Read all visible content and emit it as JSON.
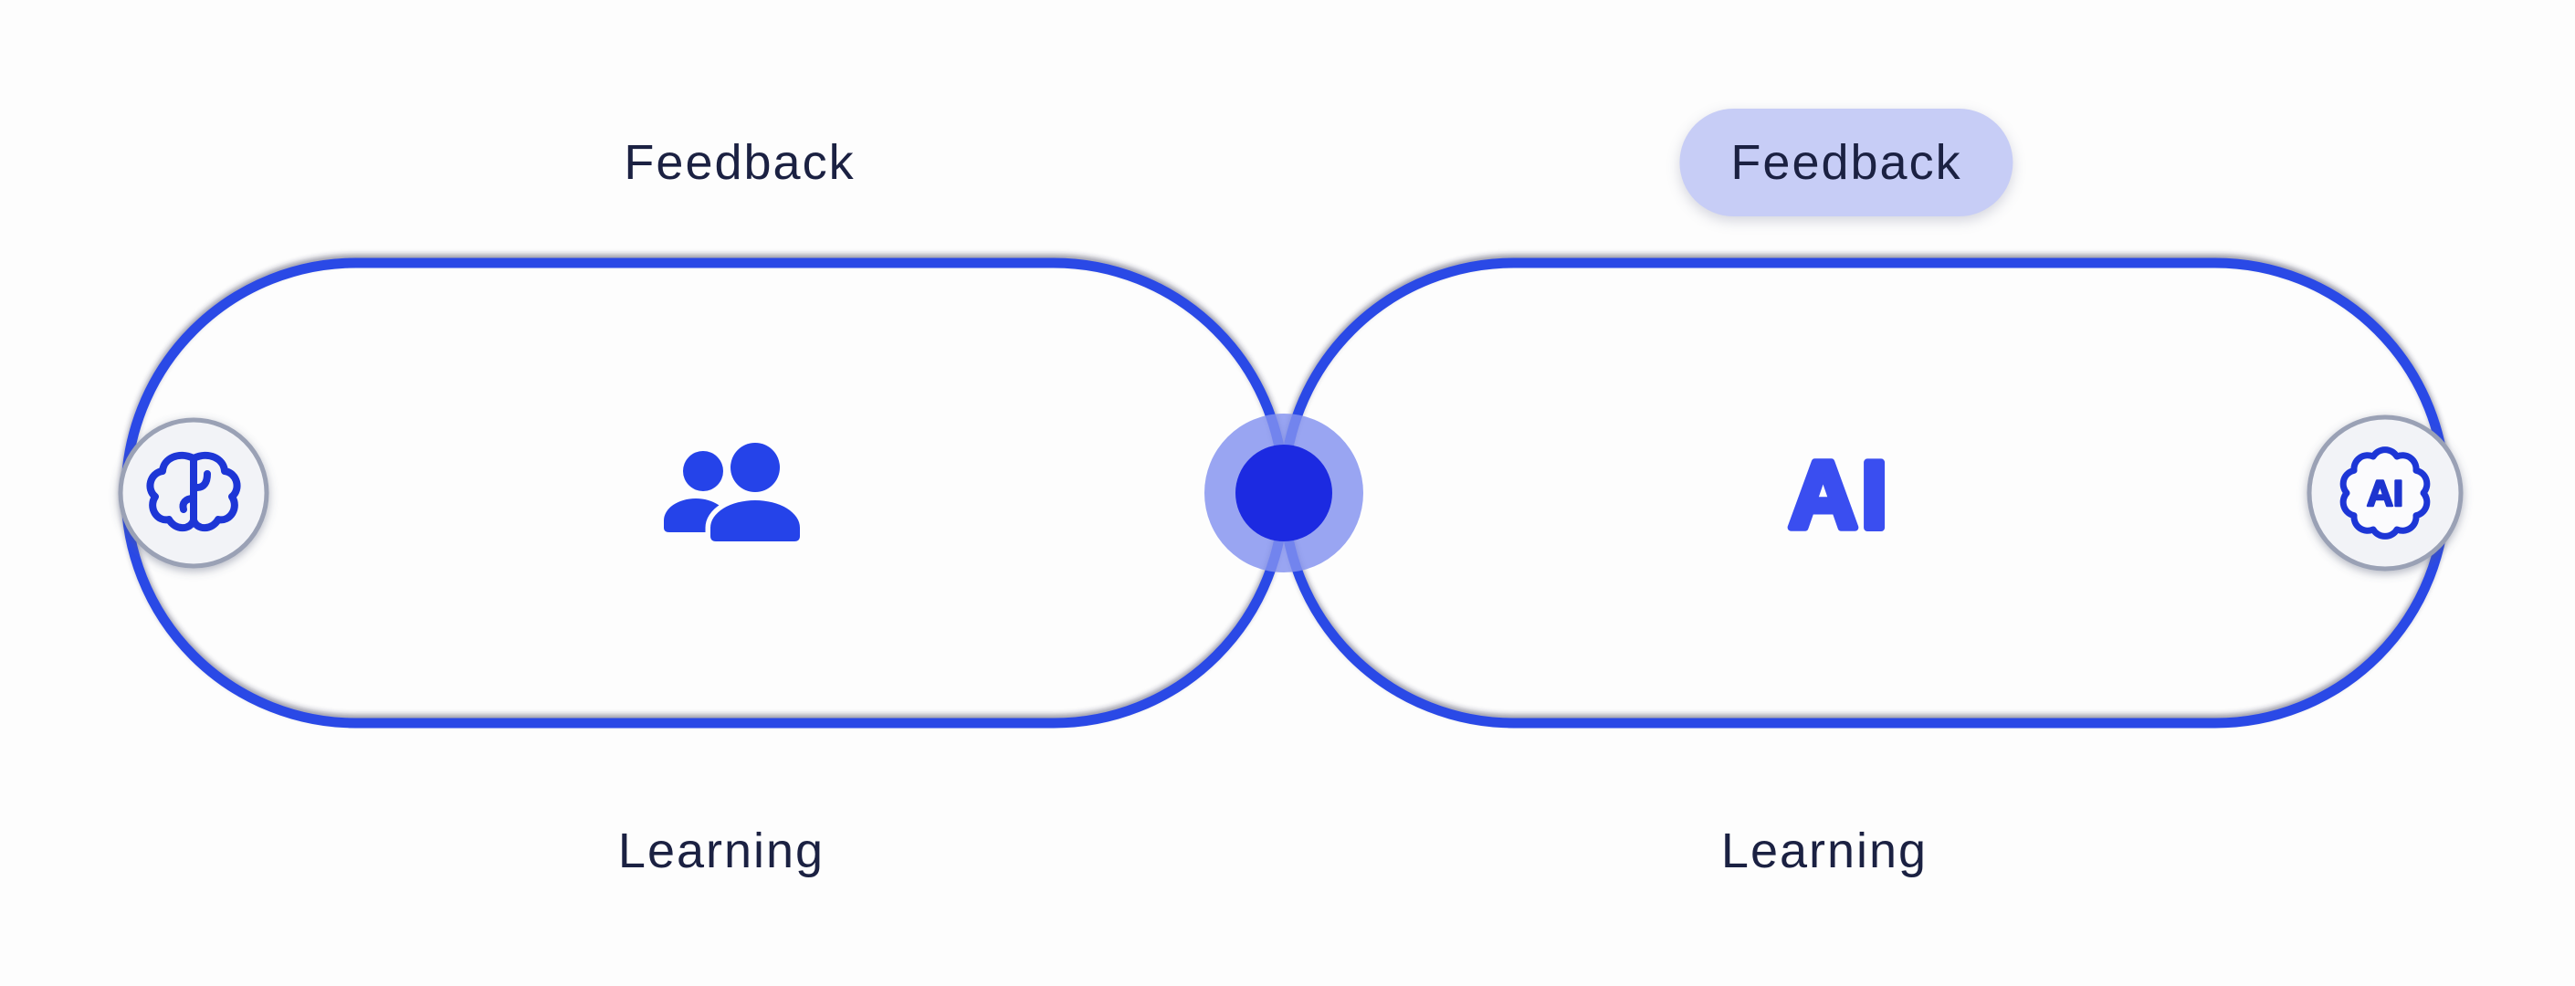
{
  "diagram": {
    "title_hint": "human-feedback / AI learning dual-loop diagram",
    "left_loop": {
      "top_label": "Feedback",
      "bottom_label": "Learning",
      "center_icon": "people-icon",
      "edge_icon": "brain-icon"
    },
    "right_loop": {
      "top_label": "Feedback",
      "top_label_highlighted": true,
      "bottom_label": "Learning",
      "center_label": "AI",
      "edge_icon": "ai-badge-icon"
    },
    "ai_badge_label": "AI",
    "connector": "solid blue dot with halo joining both loops"
  },
  "icons": {
    "left_edge": "brain-icon",
    "left_center": "people-icon",
    "center": "connector-dot",
    "right_edge": "ai-badge-icon"
  },
  "colors": {
    "background": "#fdfdfd",
    "loop_stroke": "#2b4ae6",
    "dot_fill": "#1c2ae1",
    "dot_halo": "#8391ef",
    "pill_background": "#c7cdf6",
    "label_text": "#1b2142",
    "icon_blue": "#2543e9",
    "outline_icon_blue": "#1d36d6",
    "ai_text_blue": "#3a4ef0",
    "icon_circle_fill": "#f2f3f7",
    "icon_circle_border": "#9aa1b5"
  }
}
